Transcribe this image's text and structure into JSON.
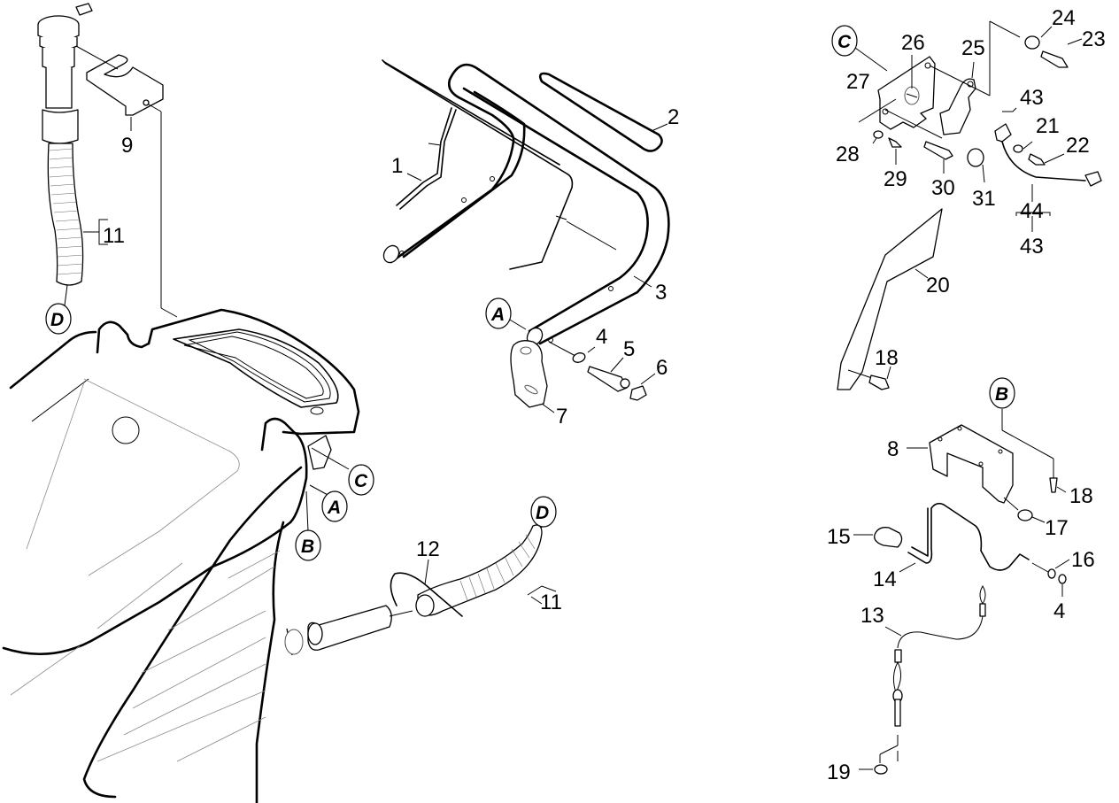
{
  "diagram": {
    "type": "exploded parts diagram",
    "part_callouts": [
      {
        "id": "c1",
        "label": "1"
      },
      {
        "id": "c2",
        "label": "2"
      },
      {
        "id": "c3",
        "label": "3"
      },
      {
        "id": "c4a",
        "label": "4"
      },
      {
        "id": "c5",
        "label": "5"
      },
      {
        "id": "c6",
        "label": "6"
      },
      {
        "id": "c7",
        "label": "7"
      },
      {
        "id": "c8",
        "label": "8"
      },
      {
        "id": "c9",
        "label": "9"
      },
      {
        "id": "c11a",
        "label": "11"
      },
      {
        "id": "c11b",
        "label": "11"
      },
      {
        "id": "c12",
        "label": "12"
      },
      {
        "id": "c13",
        "label": "13"
      },
      {
        "id": "c14",
        "label": "14"
      },
      {
        "id": "c15",
        "label": "15"
      },
      {
        "id": "c16",
        "label": "16"
      },
      {
        "id": "c4b",
        "label": "4"
      },
      {
        "id": "c17",
        "label": "17"
      },
      {
        "id": "c18a",
        "label": "18"
      },
      {
        "id": "c18b",
        "label": "18"
      },
      {
        "id": "c19",
        "label": "19"
      },
      {
        "id": "c20",
        "label": "20"
      },
      {
        "id": "c21",
        "label": "21"
      },
      {
        "id": "c22",
        "label": "22"
      },
      {
        "id": "c23",
        "label": "23"
      },
      {
        "id": "c24",
        "label": "24"
      },
      {
        "id": "c25",
        "label": "25"
      },
      {
        "id": "c26",
        "label": "26"
      },
      {
        "id": "c27",
        "label": "27"
      },
      {
        "id": "c28",
        "label": "28"
      },
      {
        "id": "c29",
        "label": "29"
      },
      {
        "id": "c30",
        "label": "30"
      },
      {
        "id": "c31",
        "label": "31"
      },
      {
        "id": "c43a",
        "label": "43"
      },
      {
        "id": "c44",
        "label": "44"
      },
      {
        "id": "c43b",
        "label": "43"
      }
    ],
    "reference_markers": [
      {
        "id": "rD1",
        "label": "D"
      },
      {
        "id": "rD2",
        "label": "D"
      },
      {
        "id": "rA1",
        "label": "A"
      },
      {
        "id": "rA2",
        "label": "A"
      },
      {
        "id": "rB1",
        "label": "B"
      },
      {
        "id": "rB2",
        "label": "B"
      },
      {
        "id": "rC1",
        "label": "C"
      },
      {
        "id": "rC2",
        "label": "C"
      }
    ]
  }
}
